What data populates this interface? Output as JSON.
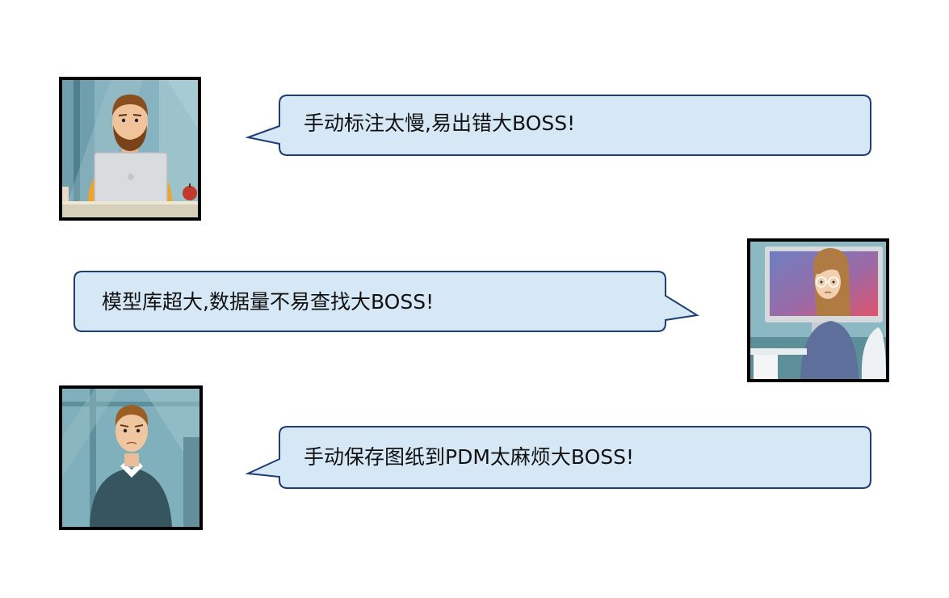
{
  "colors": {
    "bubble_fill": "#d6e8f6",
    "bubble_stroke": "#1d3d73",
    "frame": "#000000"
  },
  "messages": [
    {
      "text": "手动标注太慢,易出错大BOSS!",
      "speaker": "man-with-laptop",
      "side": "left"
    },
    {
      "text": "模型库超大,数据量不易查找大BOSS!",
      "speaker": "woman-at-monitor",
      "side": "right"
    },
    {
      "text": "手动保存图纸到PDM太麻烦大BOSS!",
      "speaker": "man-standing",
      "side": "left"
    }
  ]
}
